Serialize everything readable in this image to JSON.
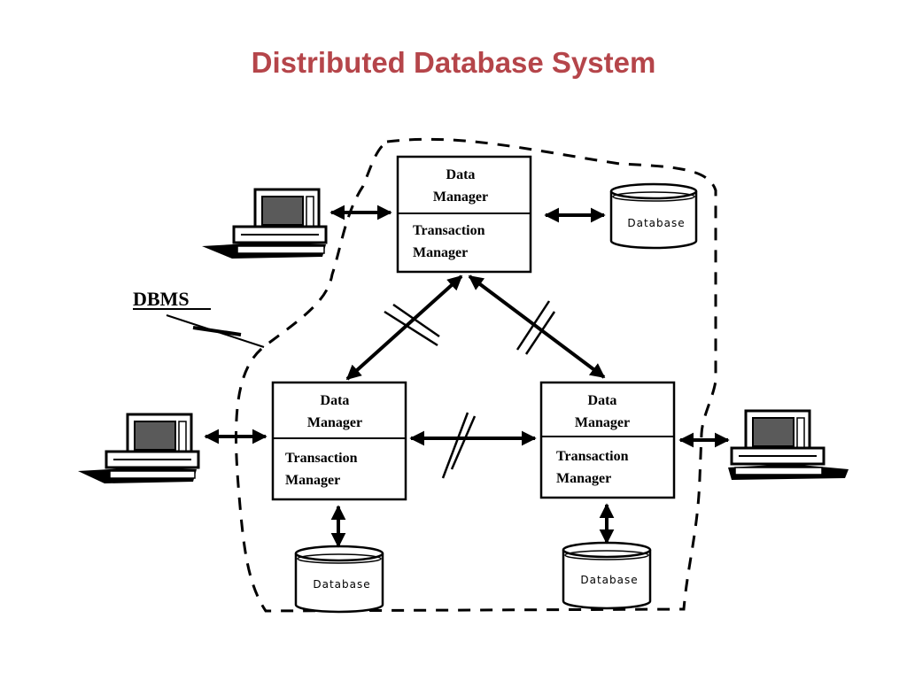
{
  "title": "Distributed Database System",
  "colors": {
    "title": "#b5454a",
    "ink": "#000000",
    "screen": "#5a5a5a"
  },
  "dbms_label": "DBMS",
  "sites": [
    {
      "id": "top",
      "data_manager": [
        "Data",
        "Manager"
      ],
      "transaction_manager": [
        "Transaction",
        "Manager"
      ],
      "database_label": "Database"
    },
    {
      "id": "left",
      "data_manager": [
        "Data",
        "Manager"
      ],
      "transaction_manager": [
        "Transaction",
        "Manager"
      ],
      "database_label": "Database"
    },
    {
      "id": "right",
      "data_manager": [
        "Data",
        "Manager"
      ],
      "transaction_manager": [
        "Transaction",
        "Manager"
      ],
      "database_label": "Database"
    }
  ],
  "icons": {
    "computer": "computer-icon",
    "database": "database-cylinder-icon"
  }
}
